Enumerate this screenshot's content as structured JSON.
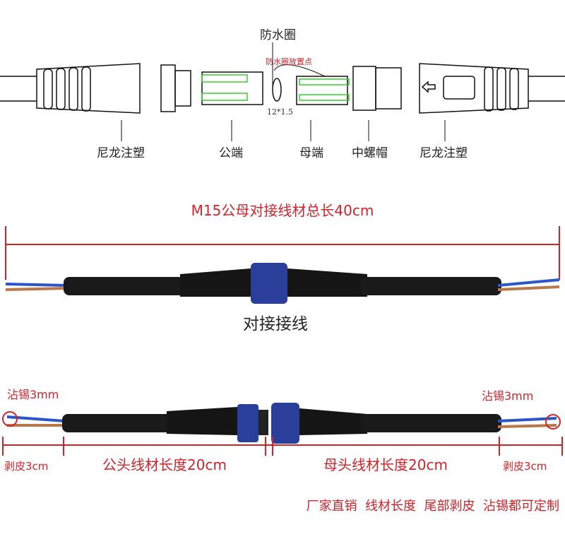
{
  "exploded_view": {
    "seal_ring_label": "防水圈",
    "seal_ring_position_note": "防水圈放置点",
    "seal_ring_size": "12*1.5",
    "part_labels": [
      "尼龙注塑",
      "公端",
      "母端",
      "中螺帽",
      "尼龙注塑"
    ]
  },
  "assembled": {
    "total_length_title": "M15公母对接线材总长40cm",
    "caption": "对接接线"
  },
  "separated": {
    "tin_left": "沾锡3mm",
    "tin_right": "沾锡3mm",
    "strip_left": "剥皮3cm",
    "strip_right": "剥皮3cm",
    "male_length": "公头线材长度20cm",
    "female_length": "母头线材长度20cm"
  },
  "footer": "厂家直销  线材长度  尾部剥皮  沾锡都可定制",
  "colors": {
    "accent_red": "#d1232a",
    "connector_blue": "#2a3f9a",
    "highlight_green": "#39d12f"
  }
}
